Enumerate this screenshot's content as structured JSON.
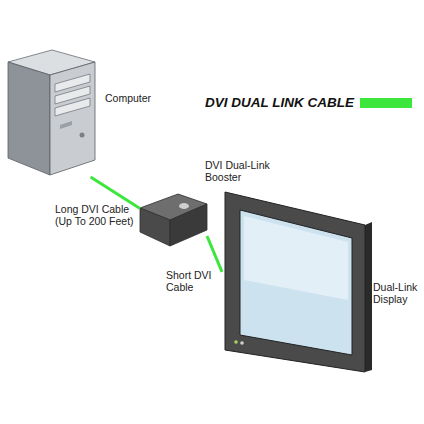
{
  "diagram": {
    "nodes": [
      {
        "text": [
          "Computer"
        ]
      },
      {
        "text": [
          "DVI Dual-Link Booster"
        ]
      },
      {
        "text": [
          "Dual-Link Display"
        ]
      }
    ],
    "edges": [
      {
        "from": 0,
        "to": 1,
        "arrow": "none",
        "label": "Long DVI Cable (Up To 200 Feet)"
      },
      {
        "from": 1,
        "to": 2,
        "arrow": "none",
        "label": "Short DVI Cable"
      }
    ],
    "legend": [
      {
        "text": "DVI DUAL LINK CABLE",
        "color": "#3de63d"
      }
    ]
  }
}
